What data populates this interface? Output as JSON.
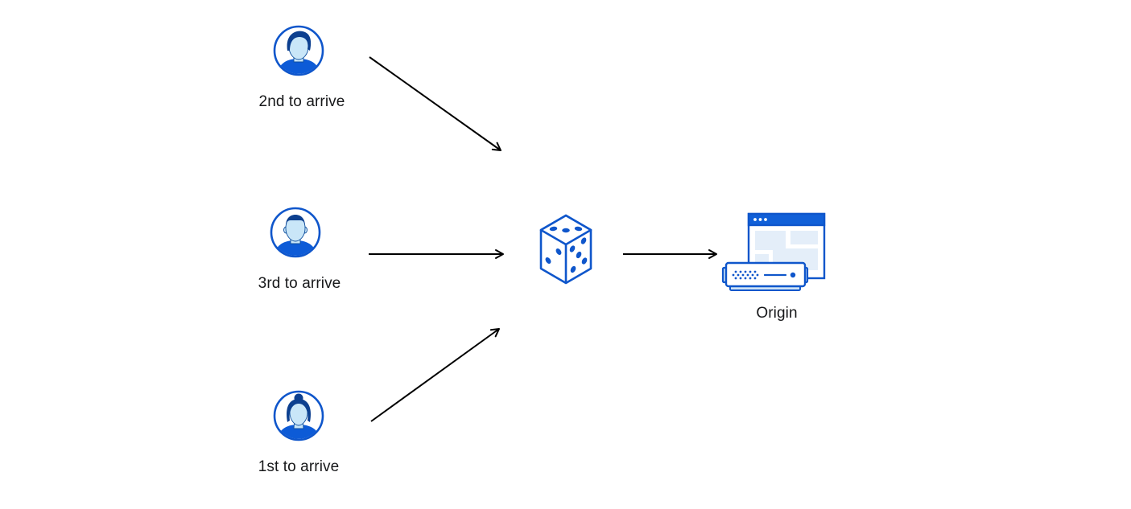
{
  "diagram": {
    "title": "request-coalescing-random-order",
    "clients": [
      {
        "label": "2nd to arrive",
        "icon": "user-avatar-man-swoop-icon"
      },
      {
        "label": "3rd to arrive",
        "icon": "user-avatar-man-short-icon"
      },
      {
        "label": "1st to arrive",
        "icon": "user-avatar-woman-bun-icon"
      }
    ],
    "randomizer": {
      "icon": "dice-icon",
      "meaning": "random selection"
    },
    "origin": {
      "label": "Origin",
      "icon": "origin-server-icon"
    },
    "arrows": [
      {
        "from": "client-2nd",
        "to": "dice"
      },
      {
        "from": "client-3rd",
        "to": "dice"
      },
      {
        "from": "client-1st",
        "to": "dice"
      },
      {
        "from": "dice",
        "to": "origin"
      }
    ]
  },
  "colors": {
    "background": "#ffffff",
    "primary_blue_stroke": "#0f56cb",
    "dark_navy_hair": "#0c3f8f",
    "light_face_blue": "#c9e6f8",
    "shirt_blue": "#0d5bd7",
    "titlebar_blue": "#1160d8",
    "panel_light_blue": "#e4eef9",
    "bracket_light_blue": "#bfdcf5",
    "arrow_black": "#000000",
    "text": "#17181a"
  }
}
